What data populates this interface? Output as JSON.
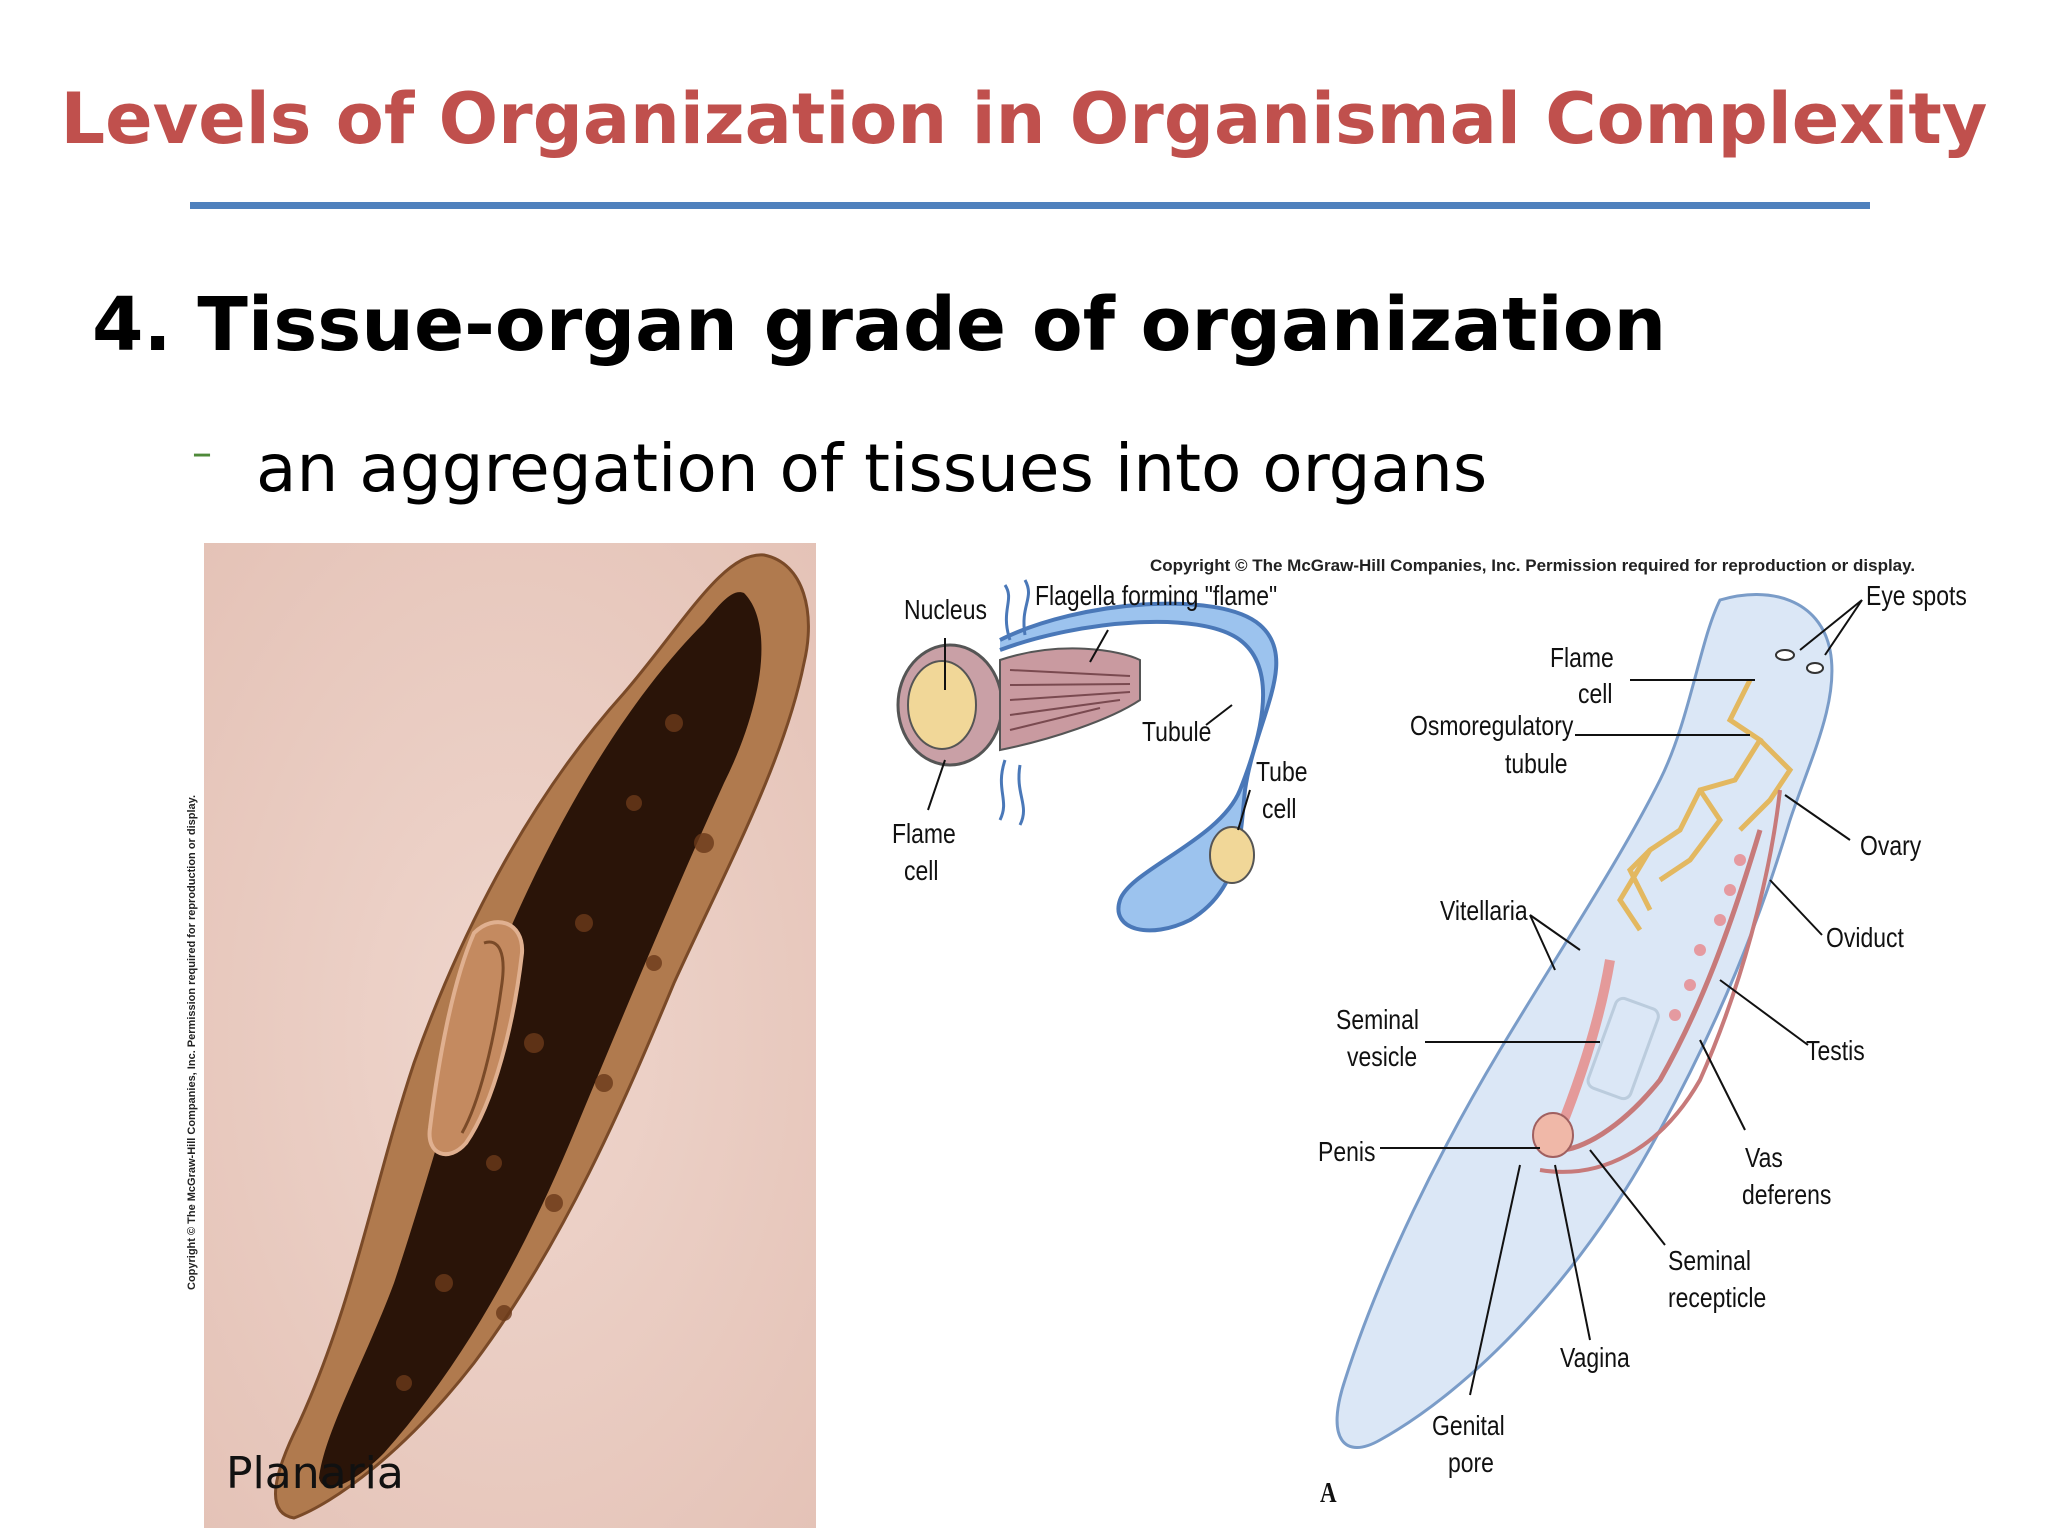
{
  "slide": {
    "title": "Levels of Organization in Organismal Complexity",
    "heading": "4. Tissue-organ grade of organization",
    "bullet": "an aggregation of tissues into organs"
  },
  "photo": {
    "caption": "Planaria",
    "copyright": "Copyright © The McGraw-Hill Companies, Inc. Permission required for reproduction or display."
  },
  "diagram": {
    "copyright": "Copyright © The McGraw-Hill Companies, Inc. Permission required for reproduction or display.",
    "protonephridium_labels": {
      "nucleus": "Nucleus",
      "flagella": "Flagella forming \"flame\"",
      "tubule": "Tubule",
      "tube_cell_1": "Tube",
      "tube_cell_2": "cell",
      "flame_cell_1": "Flame",
      "flame_cell_2": "cell"
    },
    "body_labels": {
      "eye_spots": "Eye spots",
      "flame_cell_1": "Flame",
      "flame_cell_2": "cell",
      "osmo_1": "Osmoregulatory",
      "osmo_2": "tubule",
      "ovary": "Ovary",
      "oviduct": "Oviduct",
      "vitellaria": "Vitellaria",
      "testis": "Testis",
      "seminal_vesicle_1": "Seminal",
      "seminal_vesicle_2": "vesicle",
      "penis": "Penis",
      "vas_deferens_1": "Vas",
      "vas_deferens_2": "deferens",
      "seminal_recepticle_1": "Seminal",
      "seminal_recepticle_2": "recepticle",
      "vagina": "Vagina",
      "genital_pore_1": "Genital",
      "genital_pore_2": "pore",
      "figure_letter": "A"
    }
  },
  "colors": {
    "title": "#c0504d",
    "rule": "#4f81bd",
    "photo_bg": "#e8c9bf",
    "worm_dark": "#2a1408",
    "tubule_blue": "#5b8fd0",
    "body_fill": "#dbe7f6"
  }
}
